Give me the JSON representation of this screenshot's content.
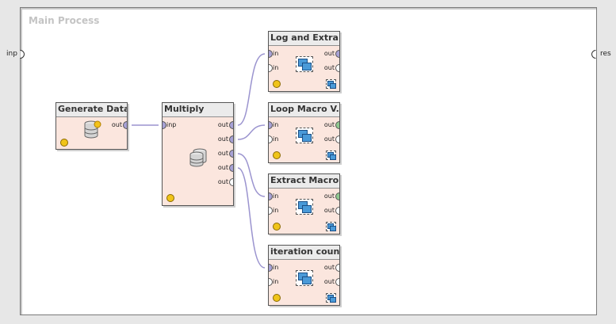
{
  "process": {
    "title": "Main Process",
    "input_label": "inp",
    "result_label": "res"
  },
  "operators": {
    "generate": {
      "title": "Generate Data",
      "ports_out": [
        "out"
      ],
      "icon": "database-icon"
    },
    "multiply": {
      "title": "Multiply",
      "ports_in": [
        "inp"
      ],
      "ports_out": [
        "out",
        "out",
        "out",
        "out",
        "out"
      ],
      "icon": "stacked-database-icon"
    },
    "log_extract": {
      "title": "Log and Extra...",
      "ports_in": [
        "in",
        "in"
      ],
      "ports_out": [
        "out",
        "out"
      ],
      "icon": "subprocess-icon"
    },
    "loop_macro": {
      "title": "Loop Macro V...",
      "ports_in": [
        "in",
        "in"
      ],
      "ports_out": [
        "out",
        "out"
      ],
      "icon": "subprocess-icon"
    },
    "extract_macro": {
      "title": "Extract Macro ...",
      "ports_in": [
        "in",
        "in"
      ],
      "ports_out": [
        "out",
        "out"
      ],
      "icon": "subprocess-icon"
    },
    "iteration_count": {
      "title": "iteration coun...",
      "ports_in": [
        "in",
        "in"
      ],
      "ports_out": [
        "out",
        "out"
      ],
      "icon": "subprocess-icon"
    }
  },
  "colors": {
    "operator_body": "#fbe6de",
    "connected_port": "#a8a2d6",
    "green_port": "#8fc88f",
    "wire": "#9b94cf",
    "bulb": "#f0c419"
  }
}
